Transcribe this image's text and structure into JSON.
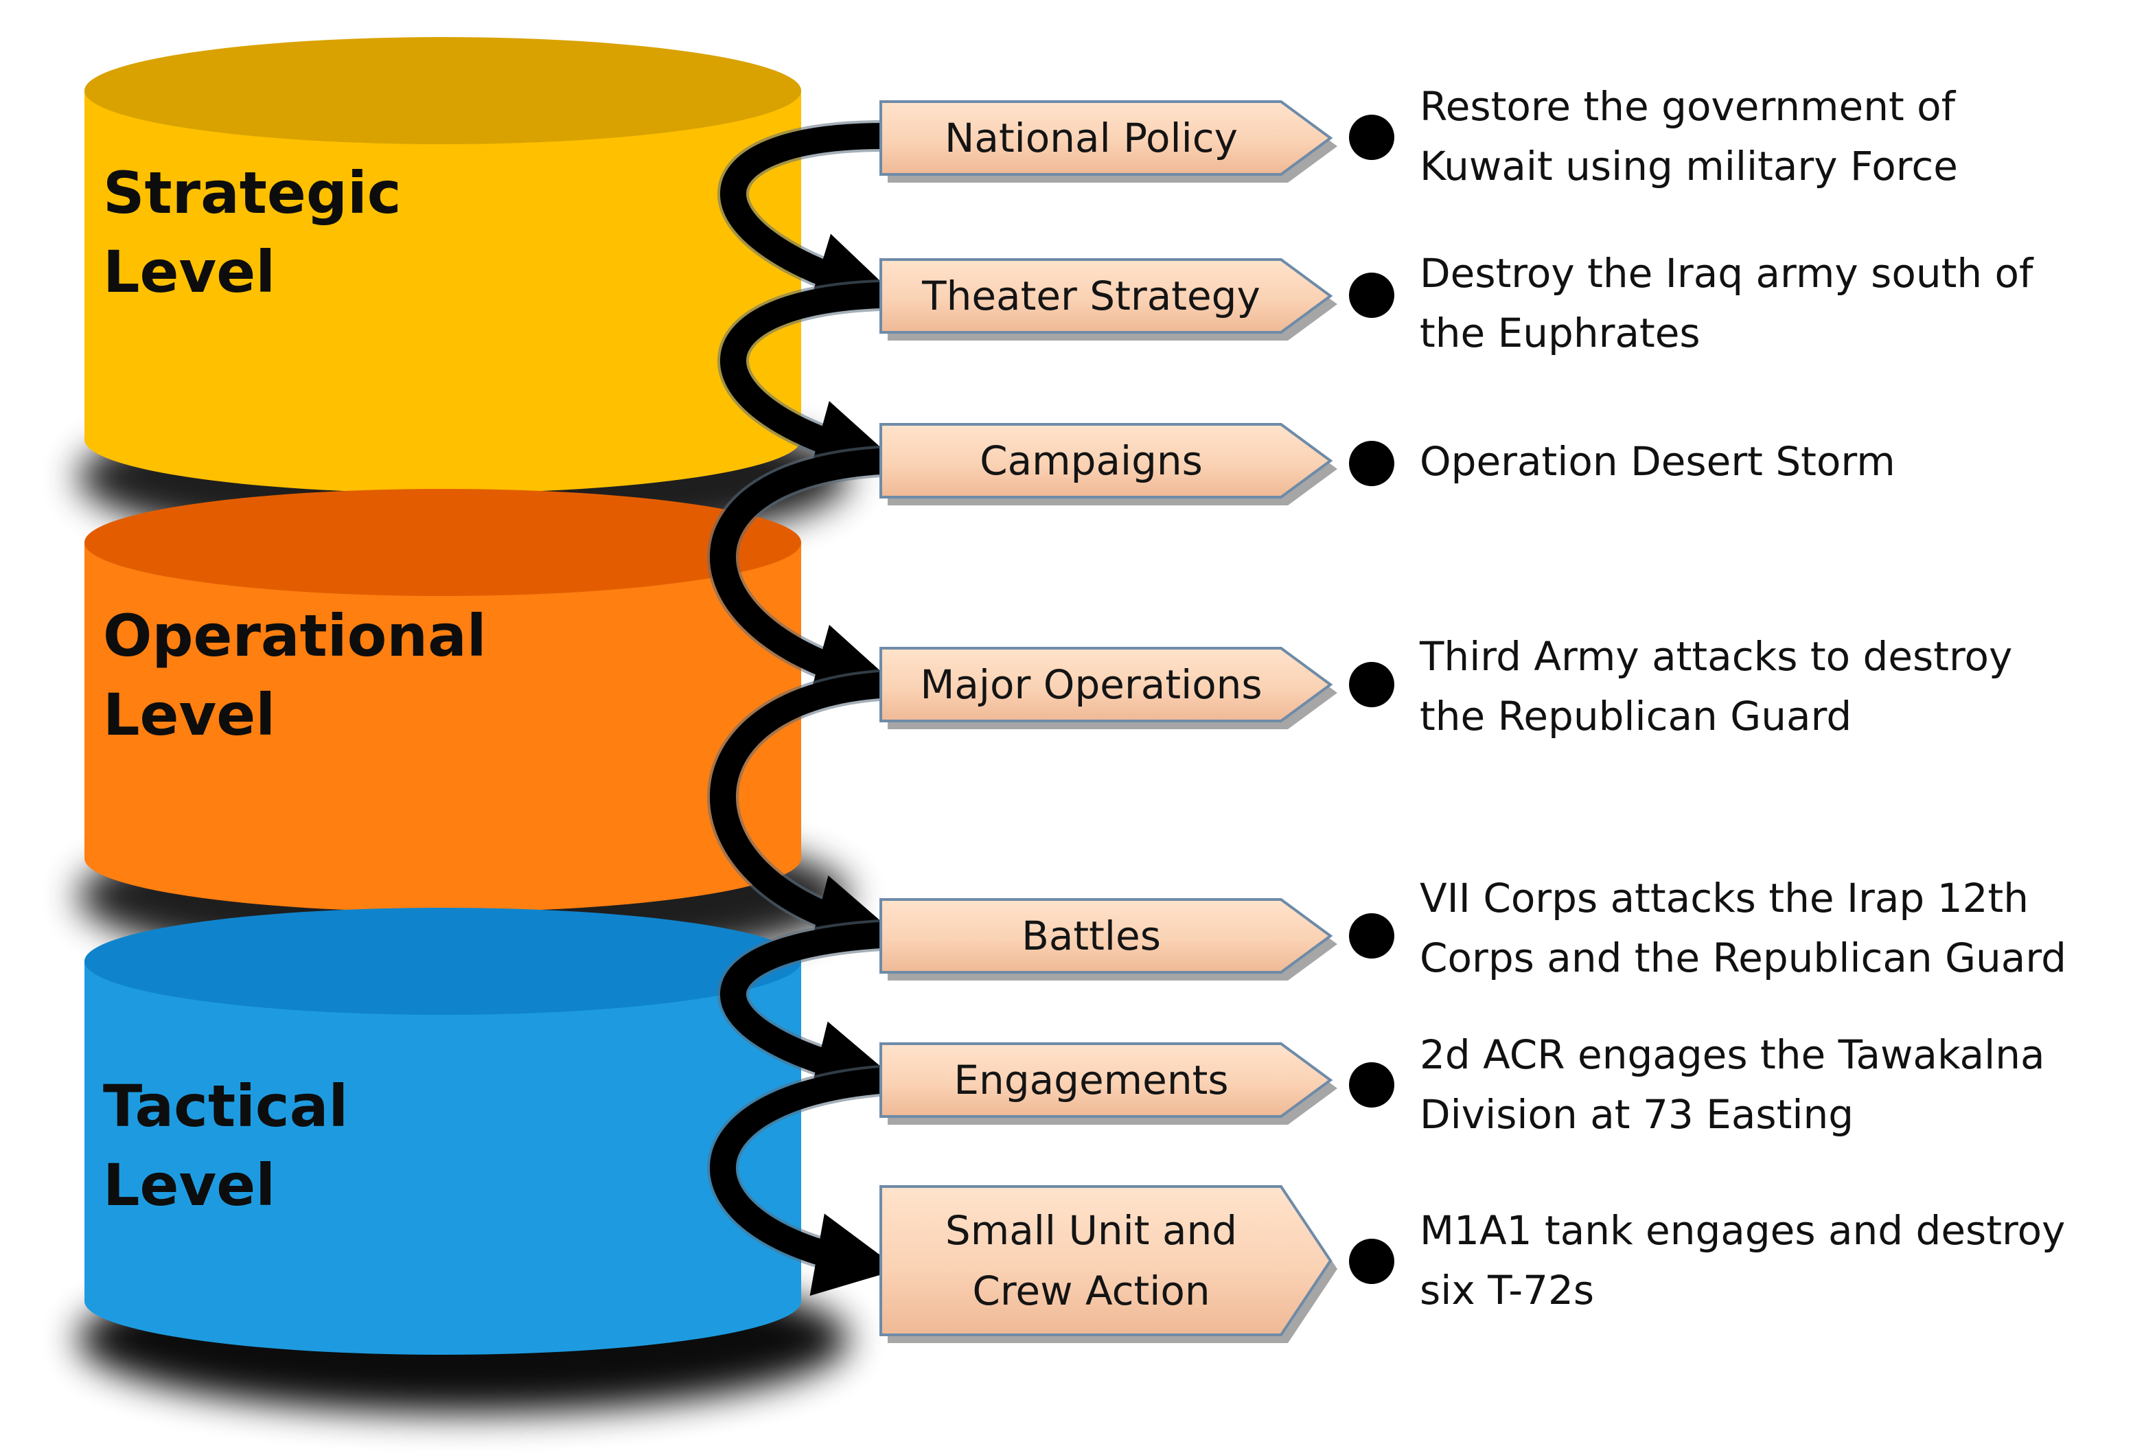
{
  "levels": [
    {
      "id": "strategic",
      "lines": [
        "Strategic",
        "Level"
      ],
      "color": "#FFC000",
      "top_color": "#D9A200"
    },
    {
      "id": "operational",
      "lines": [
        "Operational",
        "Level"
      ],
      "color": "#FF7F11",
      "top_color": "#E35D00"
    },
    {
      "id": "tactical",
      "lines": [
        "Tactical",
        "Level"
      ],
      "color": "#1E9BE0",
      "top_color": "#0F84CC"
    }
  ],
  "arrow_labels": [
    {
      "id": "national-policy",
      "lines": [
        "National Policy"
      ]
    },
    {
      "id": "theater-strategy",
      "lines": [
        "Theater Strategy"
      ]
    },
    {
      "id": "campaigns",
      "lines": [
        "Campaigns"
      ]
    },
    {
      "id": "major-operations",
      "lines": [
        "Major Operations"
      ]
    },
    {
      "id": "battles",
      "lines": [
        "Battles"
      ]
    },
    {
      "id": "engagements",
      "lines": [
        "Engagements"
      ]
    },
    {
      "id": "small-unit-crew-action",
      "lines": [
        "Small Unit and",
        "Crew Action"
      ]
    }
  ],
  "descriptions": [
    {
      "id": "national-policy",
      "lines": [
        "Restore the government of",
        "Kuwait using military Force"
      ]
    },
    {
      "id": "theater-strategy",
      "lines": [
        "Destroy the Iraq army south of",
        "the Euphrates"
      ]
    },
    {
      "id": "campaigns",
      "lines": [
        "Operation Desert Storm"
      ]
    },
    {
      "id": "major-operations",
      "lines": [
        "Third Army attacks to destroy",
        "the Republican Guard"
      ]
    },
    {
      "id": "battles",
      "lines": [
        "VII Corps attacks the Irap 12th",
        "Corps and the Republican Guard"
      ]
    },
    {
      "id": "engagements",
      "lines": [
        "2d ACR engages the Tawakalna",
        "Division at 73 Easting"
      ]
    },
    {
      "id": "small-unit-crew-action",
      "lines": [
        "M1A1 tank engages and destroy",
        "six T-72s"
      ]
    }
  ],
  "colors": {
    "label_fill": "#FAD2B4",
    "label_stroke": "#6E8BA8",
    "arrow": "#000000",
    "bullet": "#000000"
  }
}
